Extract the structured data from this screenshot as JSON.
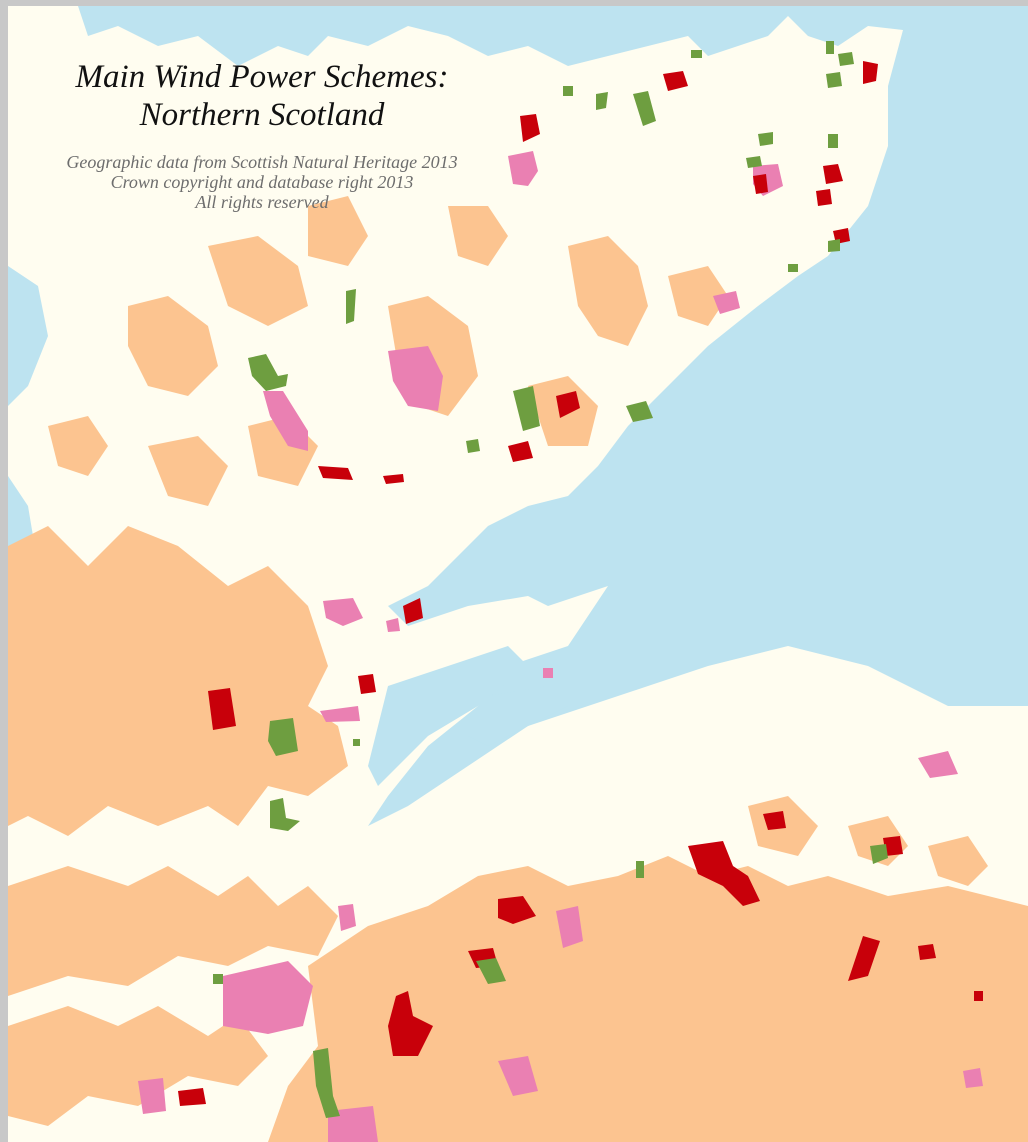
{
  "map": {
    "title_line1": "Main Wind Power Schemes:",
    "title_line2": "Northern Scotland",
    "credit_line1": "Geographic data from Scottish Natural Heritage 2013",
    "credit_line2": "Crown copyright and database right 2013",
    "credit_line3": "All rights reserved"
  },
  "colors": {
    "sea": "#bde3f0",
    "land": "#fffdf0",
    "upland": "#fcc490",
    "scheme_red": "#c8000a",
    "scheme_pink": "#ea80b2",
    "scheme_green": "#6e9e40",
    "frame": "#c8c8c8"
  }
}
